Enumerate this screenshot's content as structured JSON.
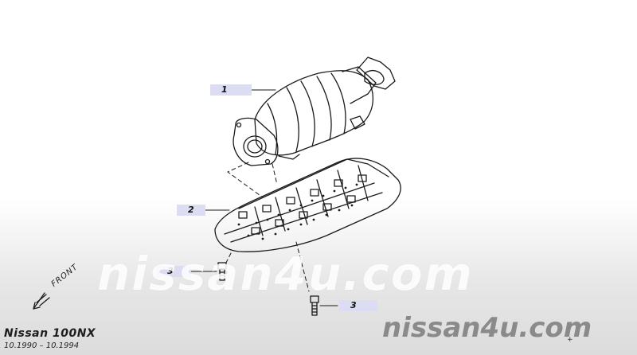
{
  "callouts": [
    {
      "number": "1"
    },
    {
      "number": "2"
    },
    {
      "number": "3"
    },
    {
      "number": "3"
    }
  ],
  "orientation": {
    "label": "FRONT"
  },
  "vehicle": {
    "model": "Nissan 100NX",
    "years": "10.1990 – 10.1994"
  },
  "watermark": {
    "large": "nissan4u.com",
    "small": "nissan4u.com"
  },
  "corner_mark": "+",
  "colors": {
    "callout_bg": "#dcdcf2",
    "line": "#1a1a1a",
    "watermark_dark": "#8a8a8a"
  }
}
